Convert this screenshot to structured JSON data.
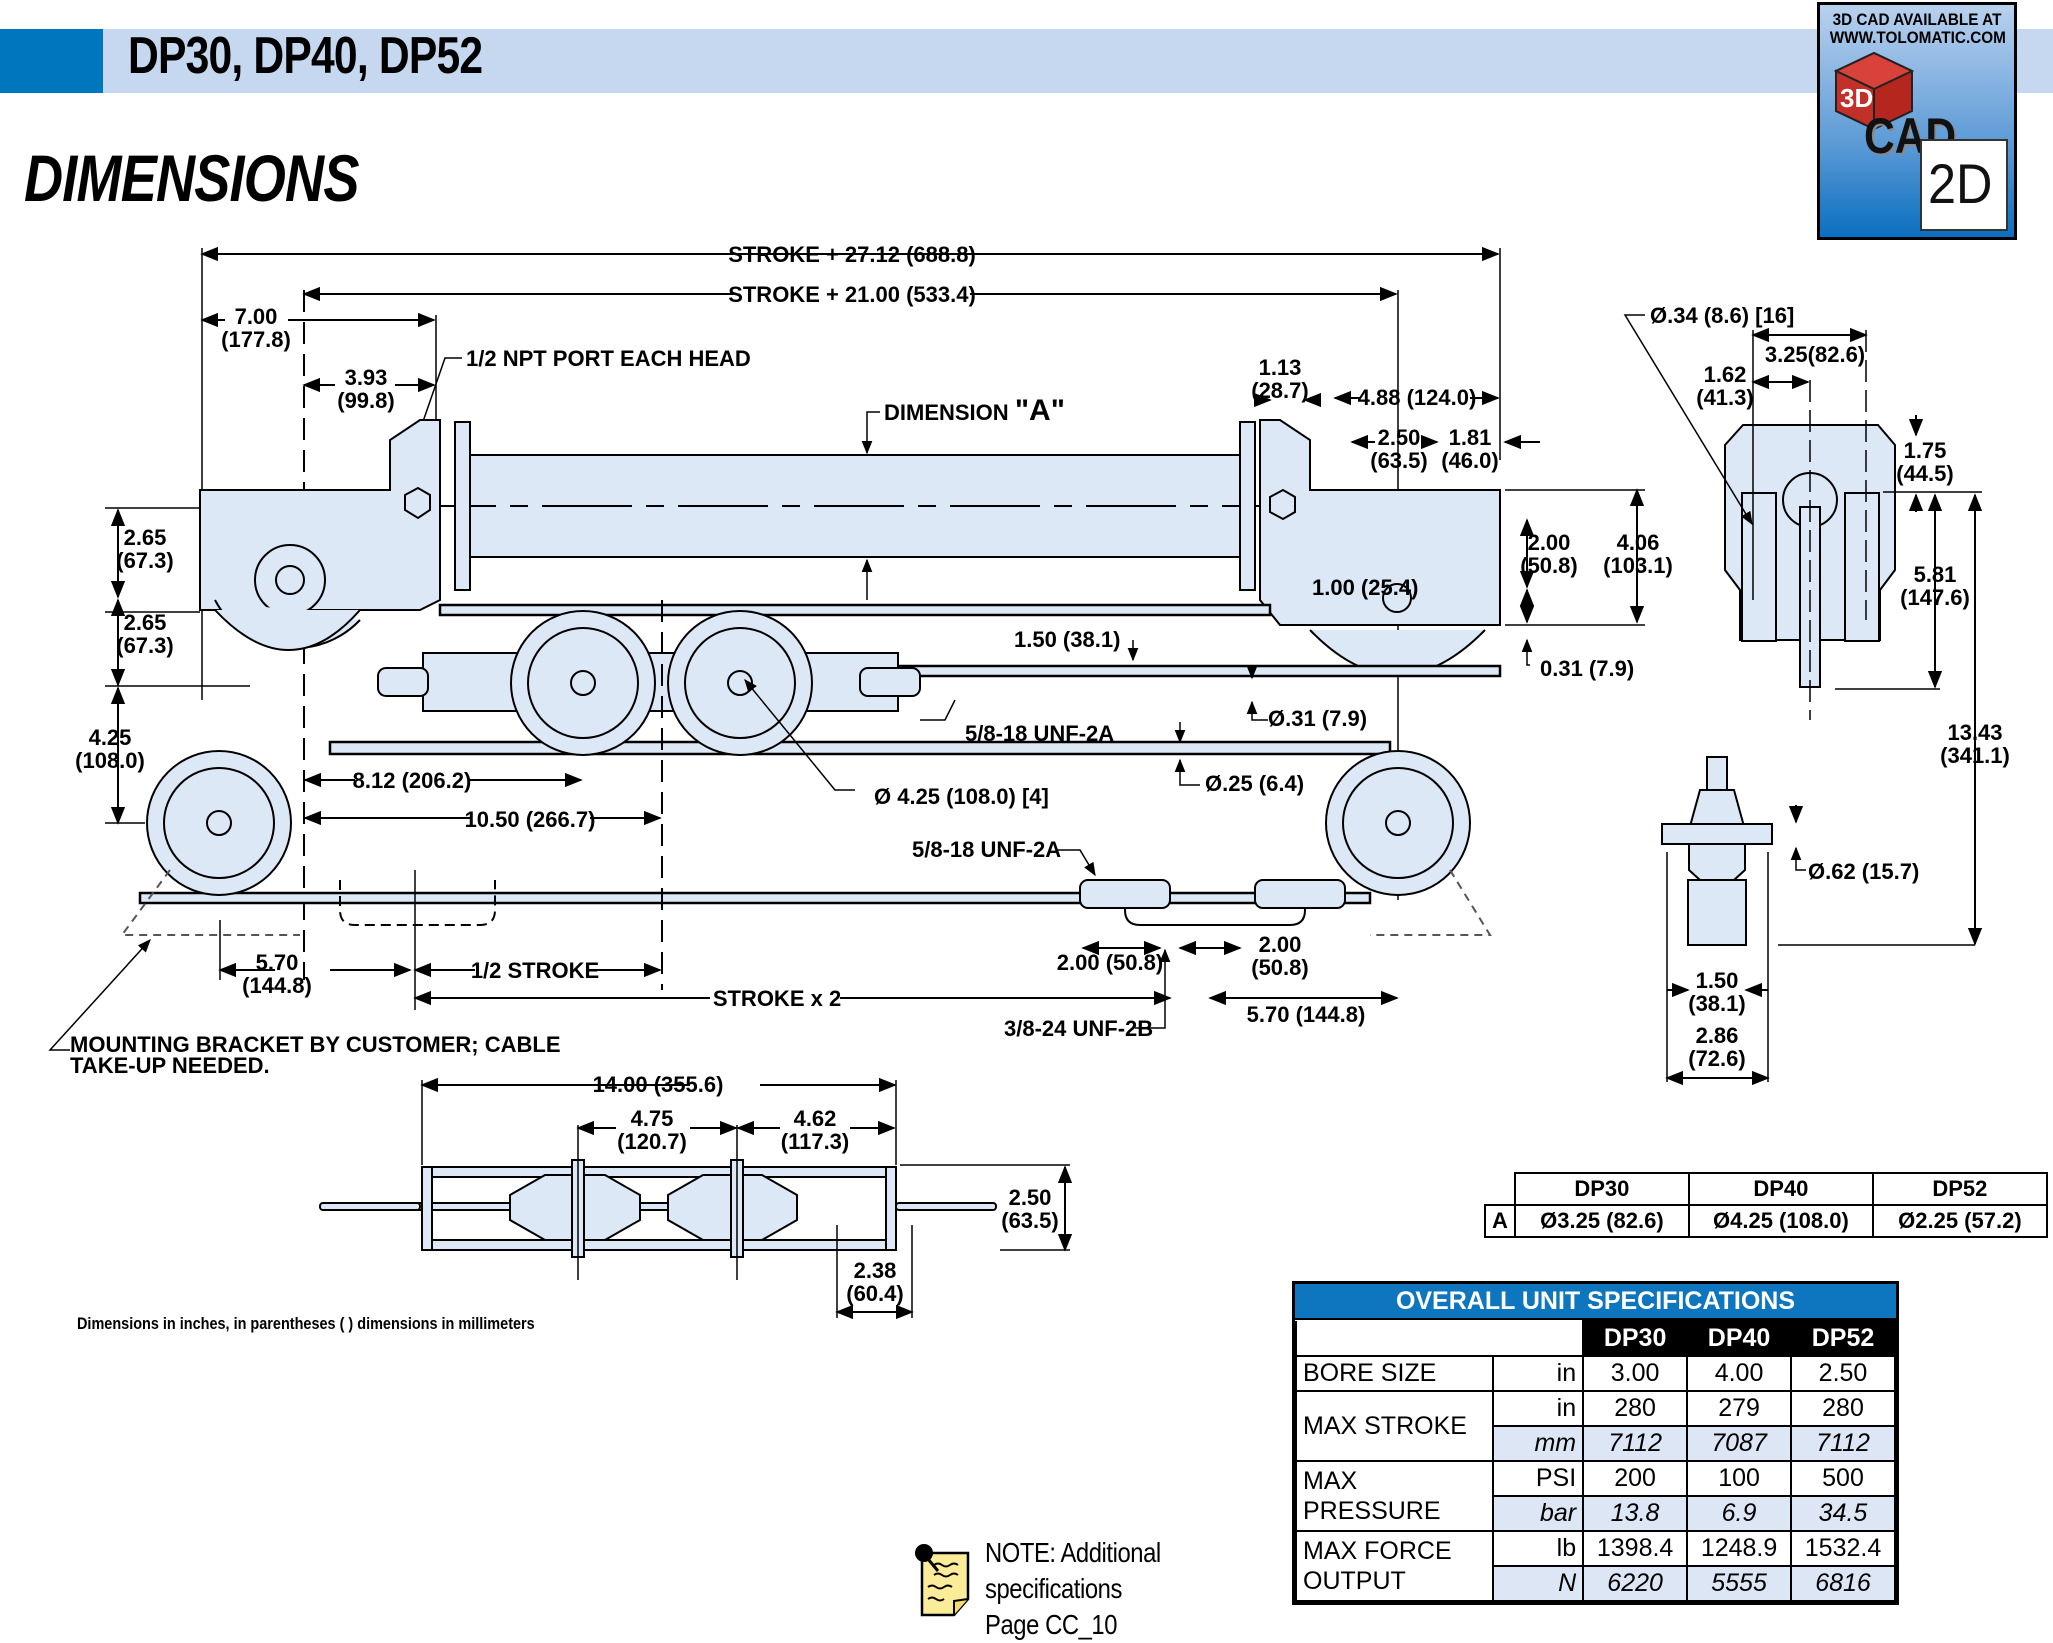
{
  "header": {
    "product_title": "DP30, DP40, DP52",
    "section_title": "DIMENSIONS"
  },
  "cad_badge": {
    "line1": "3D CAD AVAILABLE AT",
    "line2": "WWW.TOLOMATIC.COM",
    "cube_label": "3D",
    "cad_label": "CAD",
    "doc_label": "2D",
    "icon": "cad-download-icon"
  },
  "drawing": {
    "top": {
      "stroke_total": "STROKE + 27.12 (688.8)",
      "stroke_inner": "STROKE + 21.00 (533.4)",
      "d700": "7.00",
      "d700mm": "(177.8)",
      "d393": "3.93",
      "d393mm": "(99.8)",
      "npt_port": "1/2 NPT PORT EACH HEAD",
      "dimension_a_label": "DIMENSION",
      "dimension_a_letter": "\"A\"",
      "d113": "1.13",
      "d113mm": "(28.7)",
      "d488": "4.88 (124.0)",
      "d250": "2.50",
      "d250mm": "(63.5)",
      "d181": "1.81",
      "d181mm": "(46.0)",
      "d265a": "2.65",
      "d265amm": "(67.3)",
      "d265b": "2.65",
      "d265bmm": "(67.3)",
      "d200": "2.00",
      "d200mm": "(50.8)",
      "d406": "4.06",
      "d406mm": "(103.1)",
      "d100": "1.00 (25.4)",
      "d031": "0.31 (7.9)",
      "d150": "1.50 (38.1)",
      "thread1": "5/8-18 UNF-2A",
      "dia031": "Ø.31 (7.9)",
      "d425": "4.25",
      "d425mm": "(108.0)",
      "d812": "8.12 (206.2)",
      "d1050": "10.50 (266.7)",
      "pulley_dia": "Ø 4.25 (108.0) [4]",
      "dia025": "Ø.25 (6.4)",
      "thread2": "5/8-18 UNF-2A",
      "d200b": "2.00 (50.8)",
      "d200c": "2.00",
      "d200cmm": "(50.8)",
      "d570a": "5.70",
      "d570amm": "(144.8)",
      "half_stroke": "1/2 STROKE",
      "stroke_x2": "STROKE x 2",
      "thread3": "3/8-24 UNF-2B",
      "d570b": "5.70 (144.8)",
      "bracket_note_1": "MOUNTING BRACKET BY CUSTOMER; CABLE",
      "bracket_note_2": "TAKE-UP NEEDED."
    },
    "end_view": {
      "hole": "Ø.34 (8.6) [16]",
      "d325": "3.25(82.6)",
      "d162": "1.62",
      "d162mm": "(41.3)",
      "d175": "1.75",
      "d175mm": "(44.5)",
      "d581": "5.81",
      "d581mm": "(147.6)",
      "d1343": "13.43",
      "d1343mm": "(341.1)",
      "dia062": "Ø.62 (15.7)",
      "d150": "1.50",
      "d150mm": "(38.1)",
      "d286": "2.86",
      "d286mm": "(72.6)"
    },
    "carriage": {
      "d1400": "14.00 (355.6)",
      "d475": "4.75",
      "d475mm": "(120.7)",
      "d462": "4.62",
      "d462mm": "(117.3)",
      "d250": "2.50",
      "d250mm": "(63.5)",
      "d238": "2.38",
      "d238mm": "(60.4)"
    }
  },
  "footnote": "Dimensions in inches, in parentheses ( ) dimensions in millimeters",
  "dimension_a_table": {
    "headers": [
      "DP30",
      "DP40",
      "DP52"
    ],
    "row_label": "A",
    "values": [
      "Ø3.25 (82.6)",
      "Ø4.25 (108.0)",
      "Ø2.25 (57.2)"
    ]
  },
  "spec_table": {
    "title": "OVERALL UNIT SPECIFICATIONS",
    "headers": [
      "DP30",
      "DP40",
      "DP52"
    ],
    "rows": [
      {
        "label": "BORE SIZE",
        "unit": "in",
        "values": [
          "3.00",
          "4.00",
          "2.50"
        ]
      },
      {
        "label": "MAX STROKE",
        "unit": "in",
        "values": [
          "280",
          "279",
          "280"
        ]
      },
      {
        "label": "",
        "unit": "mm",
        "values": [
          "7112",
          "7087",
          "7112"
        ]
      },
      {
        "label": "MAX PRESSURE",
        "unit": "PSI",
        "values": [
          "200",
          "100",
          "500"
        ]
      },
      {
        "label": "",
        "unit": "bar",
        "values": [
          "13.8",
          "6.9",
          "34.5"
        ]
      },
      {
        "label": "MAX FORCE OUTPUT",
        "unit": "lb",
        "values": [
          "1398.4",
          "1248.9",
          "1532.4"
        ]
      },
      {
        "label": "",
        "unit": "N",
        "values": [
          "6220",
          "5555",
          "6816"
        ]
      }
    ],
    "label_lines": {
      "max_pressure_1": "MAX",
      "max_pressure_2": "PRESSURE",
      "max_force_1": "MAX FORCE",
      "max_force_2": "OUTPUT"
    }
  },
  "note": {
    "icon": "note-pushpin-icon",
    "line1": "NOTE: Additional",
    "line2": "specifications",
    "line3": "Page CC_10"
  },
  "colors": {
    "brand_blue": "#0076bf",
    "header_band": "#c6d8ef",
    "part_fill": "#dde8f6",
    "alt_row": "#dce6f5"
  }
}
